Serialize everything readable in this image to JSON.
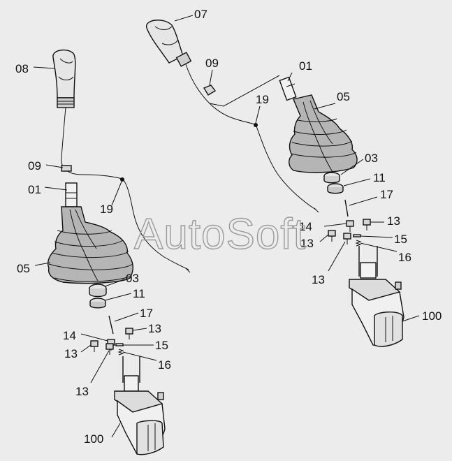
{
  "watermark": "AutoSoft",
  "left_assembly": {
    "knob": "08",
    "nut_small": "09",
    "shaft": "01",
    "wire": "19",
    "boot": "05",
    "nut_03": "03",
    "nut_11": "11",
    "pin": "17",
    "screw_14": "14",
    "screw_13_right": "13",
    "screw_13_left": "13",
    "washer": "15",
    "spring": "16",
    "screw_13_lower": "13",
    "base": "100"
  },
  "right_assembly": {
    "knob": "07",
    "nut_small": "09",
    "shaft": "01",
    "wire": "19",
    "boot": "05",
    "nut_03": "03",
    "nut_11": "11",
    "pin": "17",
    "screw_14": "14",
    "screw_13_right": "13",
    "screw_13_left": "13",
    "washer": "15",
    "spring": "16",
    "screw_13_lower": "13",
    "base": "100"
  }
}
